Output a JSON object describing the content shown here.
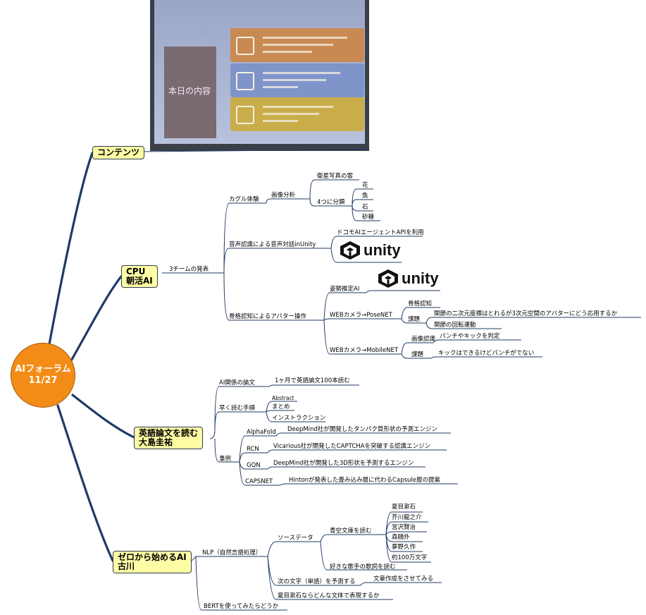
{
  "central": {
    "line1": "AIフォーラム",
    "line2": "11/27"
  },
  "topics": {
    "contents": "コンテンツ",
    "cpu_l1": "CPU",
    "cpu_l2": "朝活AI",
    "eng_l1": "英語論文を読む",
    "eng_l2": "大島圭祐",
    "zero_l1": "ゼロから始めるAI",
    "zero_l2": "古川"
  },
  "slide": {
    "title": "本日の内容"
  },
  "cpu": {
    "teams": "3チームの発表",
    "kaguru": "カグル体験",
    "image_analysis": "画像分析",
    "satellite": "衛星写真の雲",
    "four_class": "4つに分類",
    "flower": "花",
    "fish": "魚",
    "stone": "石",
    "sugar": "砂糖",
    "voice": "音声認識による音声対話inUnity",
    "docomo": "ドコモAIエージェントAPIを利用",
    "bone": "骨格認知によるアバター操作",
    "posture": "姿勢推定AI",
    "posenet": "WEBカメラ→PoseNET",
    "bone_recog": "骨格認知",
    "issue1": "課題",
    "joint": "関節の二次元座標はとれるが3次元空間のアバターにどう応用するか",
    "rotation": "関節の回転運動",
    "mobilenet": "WEBカメラ→MobileNET",
    "image_recog": "画像認識",
    "punch_kick": "パンチやキックを判定",
    "issue2": "課題",
    "kick_only": "キックはできるけどパンチがでない",
    "unity_label": "unity"
  },
  "english": {
    "ai_papers": "AI関係の論文",
    "hundred": "1ヶ月で英語論文100本読む",
    "fast_read": "早く読む手順",
    "abstract": "Abstract",
    "summary": "まとめ",
    "intro": "インストラクション",
    "examples": "事例",
    "alphafold": "AlphaFold",
    "alphafold_d": "DeepMind社が開発したタンパク質形状の予測エンジン",
    "rcn": "RCN",
    "rcn_d": "Vicarious社が開発したCAPTCHAを突破する認識エンジン",
    "gqn": "GQN",
    "gqn_d": "DeepMind社が開発した3D形状を予測するエンジン",
    "capsnet": "CAPSNET",
    "capsnet_d": "Hintonが発表した畳み込み層に代わるCapsule層の提案"
  },
  "zero": {
    "nlp": "NLP（自然言語処理）",
    "source": "ソースデータ",
    "aozora": "青空文庫を読む",
    "soseki": "夏目漱石",
    "akutagawa": "芥川龍之介",
    "miyazawa": "宮沢賢治",
    "mori": "森鷗外",
    "yumeno": "夢野久作",
    "million": "約100万文字",
    "lyrics": "好きな歌手の歌詞を読む",
    "next_char": "次の文字（単語）を予測する",
    "compose": "文章作成をさせてみる",
    "soseki_style": "夏目漱石ならどんな文体で表現するか",
    "bert": "BERTを使ってみたらどうか"
  }
}
